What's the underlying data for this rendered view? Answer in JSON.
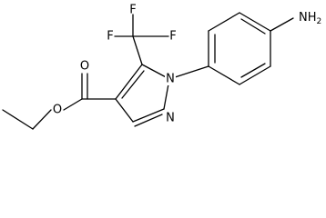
{
  "molecule": {
    "atoms": {
      "fluorine_1": "F",
      "fluorine_2": "F",
      "fluorine_3": "F",
      "carbonyl_oxygen": "O",
      "ester_oxygen": "O",
      "pyrazole_n1": "N",
      "pyrazole_n2": "N",
      "amine": {
        "main": "NH",
        "subscript": "2"
      }
    }
  }
}
